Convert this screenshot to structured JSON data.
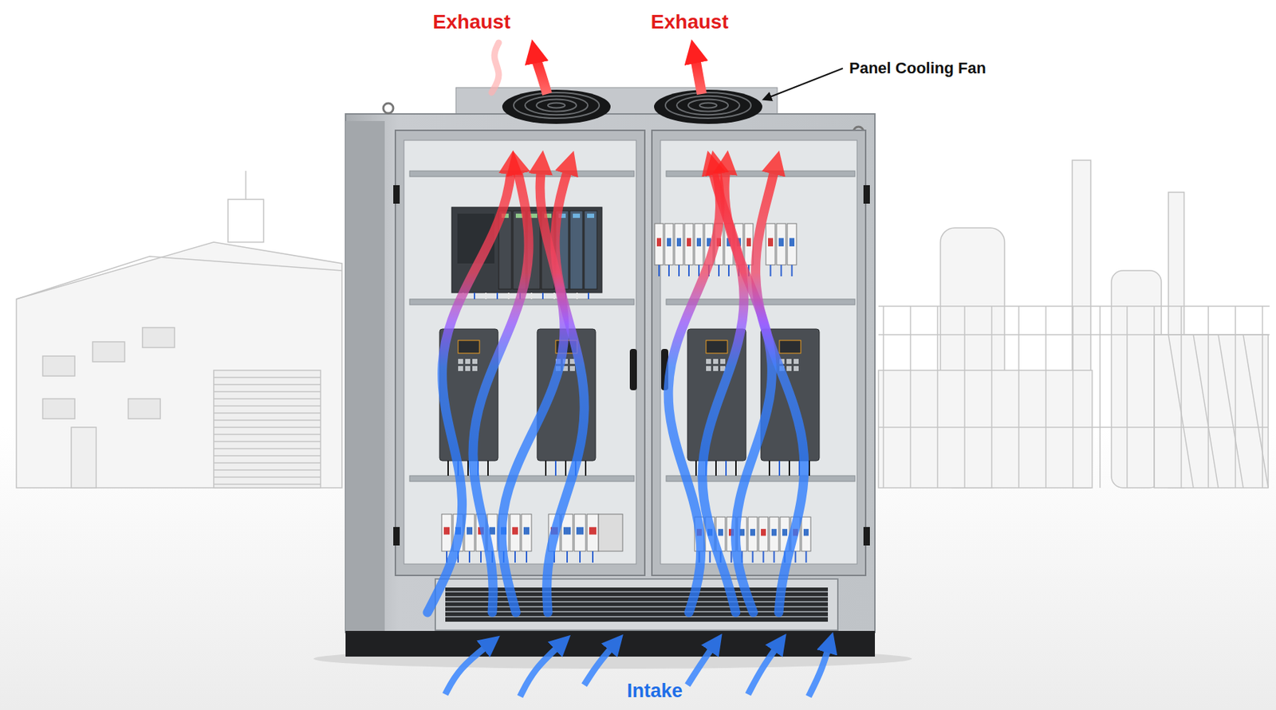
{
  "diagram": {
    "labels": [
      "Exhaust",
      "Exhaust",
      "Panel Cooling Fan",
      "Intake"
    ]
  }
}
